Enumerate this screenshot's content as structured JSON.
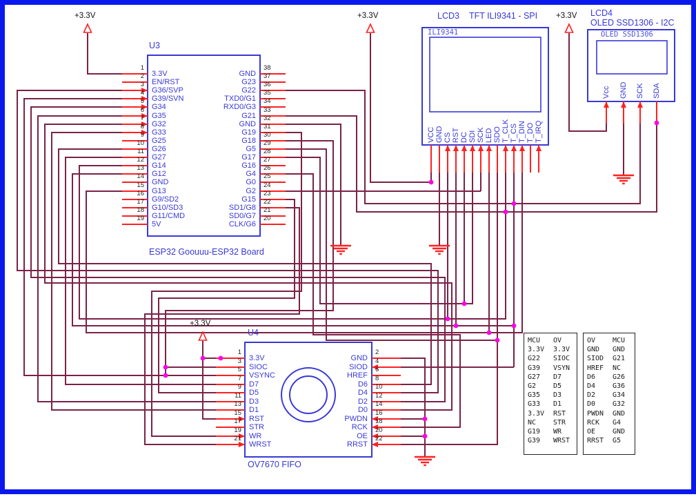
{
  "power": {
    "label": "+3.3V"
  },
  "colors": {
    "border": "#0a18ee",
    "component_blue": "#3838d8",
    "chip_label_blue": "#5050e0",
    "wire_maroon": "#7b2146",
    "pin_red": "#ff2020",
    "junction_magenta": "#ff00e6",
    "number_black": "#222222"
  },
  "esp32": {
    "ref": "U3",
    "board_label": "ESP32 Goouuu-ESP32 Board",
    "left_pins": [
      {
        "num": "1",
        "name": "3.3V"
      },
      {
        "num": "2",
        "name": "EN/RST"
      },
      {
        "num": "3",
        "name": "G36/SVP",
        "arrow": true
      },
      {
        "num": "4",
        "name": "G39/SVN",
        "arrow": true
      },
      {
        "num": "5",
        "name": "G34",
        "arrow": true
      },
      {
        "num": "6",
        "name": "G35",
        "arrow": true
      },
      {
        "num": "7",
        "name": "G32",
        "arrow": true
      },
      {
        "num": "8",
        "name": "G33",
        "arrow": true
      },
      {
        "num": "9",
        "name": "G25"
      },
      {
        "num": "10",
        "name": "G26"
      },
      {
        "num": "11",
        "name": "G27"
      },
      {
        "num": "12",
        "name": "G14"
      },
      {
        "num": "13",
        "name": "G12"
      },
      {
        "num": "14",
        "name": "GND"
      },
      {
        "num": "15",
        "name": "G13"
      },
      {
        "num": "16",
        "name": "G9/SD2"
      },
      {
        "num": "17",
        "name": "G10/SD3"
      },
      {
        "num": "18",
        "name": "G11/CMD"
      },
      {
        "num": "19",
        "name": "5V"
      }
    ],
    "right_pins": [
      {
        "num": "38",
        "name": "GND"
      },
      {
        "num": "37",
        "name": "G23"
      },
      {
        "num": "36",
        "name": "G22"
      },
      {
        "num": "35",
        "name": "TXD0/G1"
      },
      {
        "num": "34",
        "name": "RXD0/G3"
      },
      {
        "num": "33",
        "name": "G21"
      },
      {
        "num": "32",
        "name": "GND"
      },
      {
        "num": "31",
        "name": "G19"
      },
      {
        "num": "30",
        "name": "G18"
      },
      {
        "num": "29",
        "name": "G5"
      },
      {
        "num": "28",
        "name": "G17"
      },
      {
        "num": "27",
        "name": "G16"
      },
      {
        "num": "26",
        "name": "G4"
      },
      {
        "num": "25",
        "name": "G0"
      },
      {
        "num": "24",
        "name": "G2"
      },
      {
        "num": "23",
        "name": "G15"
      },
      {
        "num": "22",
        "name": "SD1/G8"
      },
      {
        "num": "21",
        "name": "SD0/G7"
      },
      {
        "num": "20",
        "name": "CLK/G6"
      }
    ]
  },
  "lcd3": {
    "designator": "LCD3",
    "title": "TFT ILI9341 - SPI",
    "chip_label": "ILI9341",
    "pins": [
      {
        "name": "VCC"
      },
      {
        "name": "GND"
      },
      {
        "name": "CS",
        "arrow": true
      },
      {
        "name": "RST",
        "arrow": true
      },
      {
        "name": "DC",
        "arrow": true
      },
      {
        "name": "SDI",
        "arrow": true
      },
      {
        "name": "SCK",
        "arrow": true
      },
      {
        "name": "LED",
        "arrow": true
      },
      {
        "name": "SDO"
      },
      {
        "name": "T_CLK",
        "arrow": true
      },
      {
        "name": "T_CS",
        "arrow": true
      },
      {
        "name": "T_DIN",
        "arrow": true
      },
      {
        "name": "T_DO"
      },
      {
        "name": "T_IRQ",
        "arrow": true
      }
    ]
  },
  "oled": {
    "designator": "LCD4",
    "title": "OLED SSD1306 - I2C",
    "chip_label": "OLED SSD1306",
    "pins": [
      {
        "name": "Vcc",
        "arrow": true
      },
      {
        "name": "GND",
        "arrow": true
      },
      {
        "name": "SCK",
        "arrow": true
      },
      {
        "name": "SDA"
      }
    ]
  },
  "camera": {
    "ref": "U4",
    "board_label": "OV7670 FIFO",
    "left_pins": [
      {
        "num": "1",
        "name": "3.3V"
      },
      {
        "num": "3",
        "name": "SIOC"
      },
      {
        "num": "5",
        "name": "VSYNC"
      },
      {
        "num": "7",
        "name": "D7"
      },
      {
        "num": "9",
        "name": "D5"
      },
      {
        "num": "11",
        "name": "D3"
      },
      {
        "num": "13",
        "name": "D1"
      },
      {
        "num": "15",
        "name": "RST",
        "arrow": true
      },
      {
        "num": "17",
        "name": "STR"
      },
      {
        "num": "19",
        "name": "WR",
        "arrow": true
      },
      {
        "num": "21",
        "name": "WRST",
        "arrow": true
      }
    ],
    "right_pins": [
      {
        "num": "2",
        "name": "GND"
      },
      {
        "num": "4",
        "name": "SIOD",
        "arrow": true
      },
      {
        "num": "6",
        "name": "HREF"
      },
      {
        "num": "8",
        "name": "D6"
      },
      {
        "num": "10",
        "name": "D4"
      },
      {
        "num": "12",
        "name": "D2"
      },
      {
        "num": "14",
        "name": "D0"
      },
      {
        "num": "16",
        "name": "PWDN",
        "arrow": true
      },
      {
        "num": "18",
        "name": "RCK",
        "arrow": true
      },
      {
        "num": "20",
        "name": "OE",
        "arrow": true
      },
      {
        "num": "22",
        "name": "RRST",
        "arrow": true
      }
    ]
  },
  "tables": [
    {
      "rows": [
        [
          "MCU",
          "OV"
        ],
        [
          "3.3V",
          "3.3V"
        ],
        [
          "G22",
          "SIOC"
        ],
        [
          "G39",
          "VSYN"
        ],
        [
          "G27",
          "D7"
        ],
        [
          "G2",
          "D5"
        ],
        [
          "G35",
          "D3"
        ],
        [
          "G33",
          "D1"
        ],
        [
          "3.3V",
          "RST"
        ],
        [
          "NC",
          "STR"
        ],
        [
          "G19",
          "WR"
        ],
        [
          "G39",
          "WRST"
        ]
      ]
    },
    {
      "rows": [
        [
          "OV",
          "MCU"
        ],
        [
          "GND",
          "GND"
        ],
        [
          "SIOD",
          "G21"
        ],
        [
          "HREF",
          "NC"
        ],
        [
          "D6",
          "G26"
        ],
        [
          "D4",
          "G36"
        ],
        [
          "D2",
          "G34"
        ],
        [
          "D0",
          "G32"
        ],
        [
          "PWDN",
          "GND"
        ],
        [
          "RCK",
          "G4"
        ],
        [
          "OE",
          "GND"
        ],
        [
          "RRST",
          "G5"
        ]
      ]
    }
  ]
}
